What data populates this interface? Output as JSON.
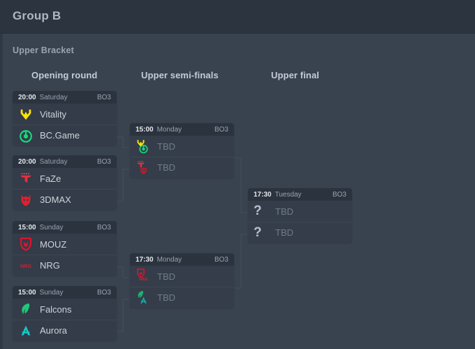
{
  "header": {
    "title": "Group B"
  },
  "bracket": {
    "label": "Upper Bracket",
    "rounds": [
      {
        "name": "Opening round"
      },
      {
        "name": "Upper semi-finals"
      },
      {
        "name": "Upper final"
      }
    ]
  },
  "colors": {
    "page_bg": "#39434f",
    "titlebar_bg": "#2c3440",
    "card_bg": "#333c48",
    "card_header_bg": "#2b333e",
    "line": "#414c5a",
    "text_primary": "#ccd3db",
    "text_muted": "#8c96a3",
    "text_tbd": "#717c8a"
  },
  "matches": {
    "o1": {
      "time": "20:00",
      "day": "Saturday",
      "format": "BO3",
      "teams": [
        {
          "name": "Vitality",
          "logo": "vitality-logo",
          "tbd": false
        },
        {
          "name": "BC.Game",
          "logo": "bcgame-logo",
          "tbd": false
        }
      ]
    },
    "o2": {
      "time": "20:00",
      "day": "Saturday",
      "format": "BO3",
      "teams": [
        {
          "name": "FaZe",
          "logo": "faze-logo",
          "tbd": false
        },
        {
          "name": "3DMAX",
          "logo": "3dmax-logo",
          "tbd": false
        }
      ]
    },
    "o3": {
      "time": "15:00",
      "day": "Sunday",
      "format": "BO3",
      "teams": [
        {
          "name": "MOUZ",
          "logo": "mouz-logo",
          "tbd": false
        },
        {
          "name": "NRG",
          "logo": "nrg-logo",
          "tbd": false
        }
      ]
    },
    "o4": {
      "time": "15:00",
      "day": "Sunday",
      "format": "BO3",
      "teams": [
        {
          "name": "Falcons",
          "logo": "falcons-logo",
          "tbd": false
        },
        {
          "name": "Aurora",
          "logo": "aurora-logo",
          "tbd": false
        }
      ]
    },
    "s1": {
      "time": "15:00",
      "day": "Monday",
      "format": "BO3",
      "teams": [
        {
          "name": "TBD",
          "logo": "vitality-bcgame-stack-logo",
          "tbd": true
        },
        {
          "name": "TBD",
          "logo": "faze-3dmax-stack-logo",
          "tbd": true
        }
      ]
    },
    "s2": {
      "time": "17:30",
      "day": "Monday",
      "format": "BO3",
      "teams": [
        {
          "name": "TBD",
          "logo": "mouz-nrg-stack-logo",
          "tbd": true
        },
        {
          "name": "TBD",
          "logo": "falcons-aurora-stack-logo",
          "tbd": true
        }
      ]
    },
    "f1": {
      "time": "17:30",
      "day": "Tuesday",
      "format": "BO3",
      "teams": [
        {
          "name": "TBD",
          "logo": "question-mark-icon",
          "tbd": true
        },
        {
          "name": "TBD",
          "logo": "question-mark-icon",
          "tbd": true
        }
      ]
    }
  }
}
